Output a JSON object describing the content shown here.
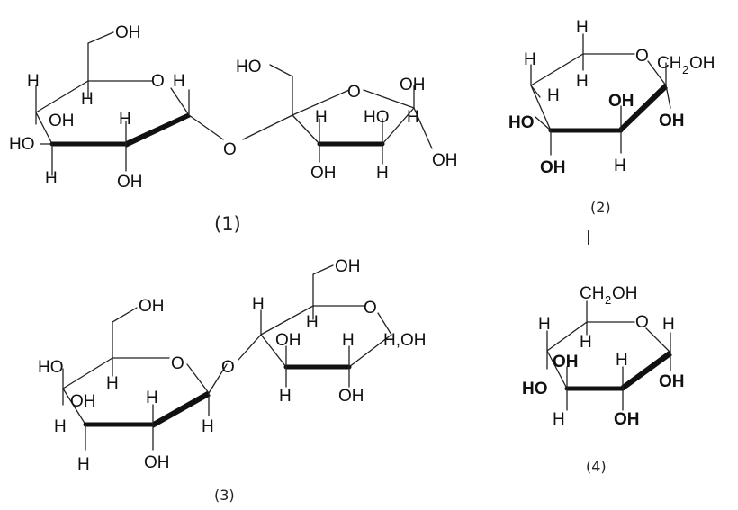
{
  "captions": {
    "c1": "(1)",
    "c2": "(2)",
    "c3": "(3)",
    "c4": "(4)",
    "mark": "|"
  },
  "atoms": {
    "OH": "OH",
    "HO": "HO",
    "H": "H",
    "O": "O",
    "CH2OH_main": "CH",
    "CH2OH_sub": "2",
    "CH2OH_tail": "OH",
    "H_OH": "H,OH"
  }
}
